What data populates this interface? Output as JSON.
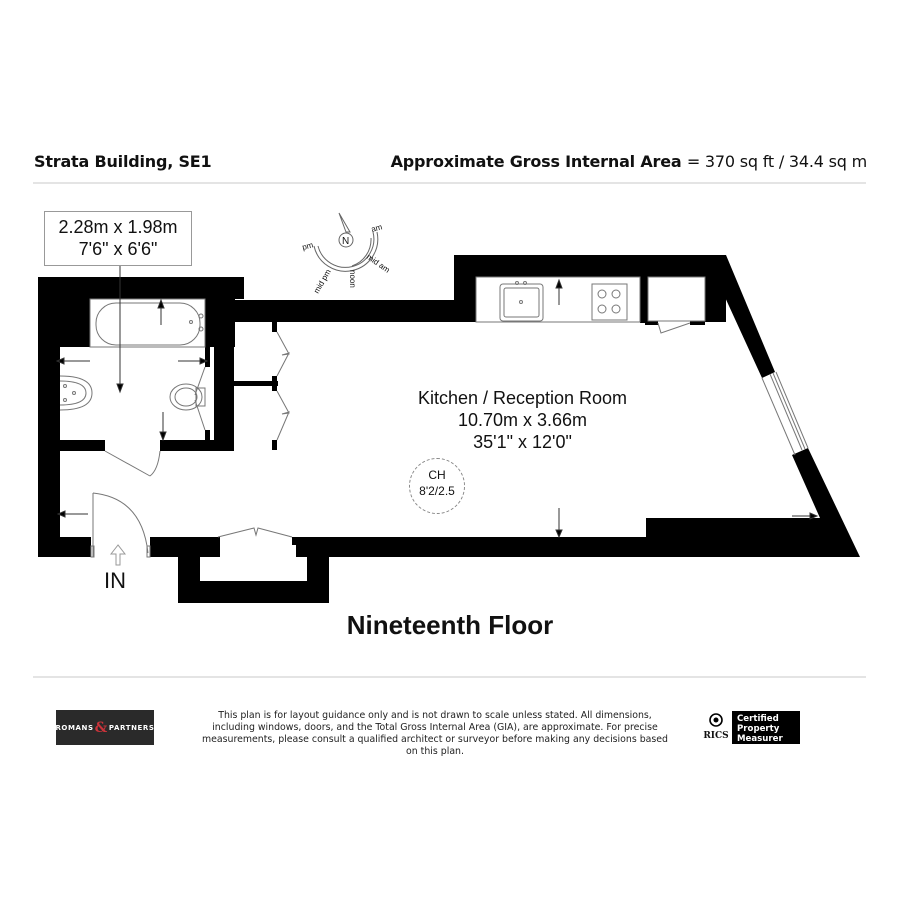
{
  "header": {
    "property": "Strata Building, SE1",
    "area_label": "Approximate Gross Internal Area",
    "area_value": "= 370 sq ft / 34.4 sq m"
  },
  "bathroom": {
    "dim_metric": "2.28m x 1.98m",
    "dim_imperial": "7'6\" x 6'6\""
  },
  "compass": {
    "north": "N",
    "labels": [
      "am",
      "mid am",
      "noon",
      "mid pm",
      "pm"
    ]
  },
  "main_room": {
    "name": "Kitchen / Reception Room",
    "dim_metric": "10.70m x 3.66m",
    "dim_imperial": "35'1\" x 12'0\""
  },
  "ceiling_height": {
    "label": "CH",
    "value": "8'2/2.5"
  },
  "entrance": {
    "label": "IN"
  },
  "floor_label": "Nineteenth Floor",
  "footer": {
    "agent_logo_left": "ROMANS",
    "agent_logo_amp": "&",
    "agent_logo_right": "PARTNERS",
    "disclaimer": "This plan is for layout guidance only and is not drawn to scale unless stated. All dimensions, including windows, doors, and the Total Gross Internal Area (GIA), are approximate. For precise measurements, please consult a qualified architect or surveyor before making any decisions based on this plan.",
    "rics_label": "RICS",
    "cert_line1": "Certified",
    "cert_line2": "Property",
    "cert_line3": "Measurer"
  },
  "colors": {
    "wall": "#000000",
    "fixture_line": "#777777",
    "rule": "#e4e4e4",
    "logo_bg": "#2a2a2a",
    "logo_accent": "#c8333a"
  }
}
